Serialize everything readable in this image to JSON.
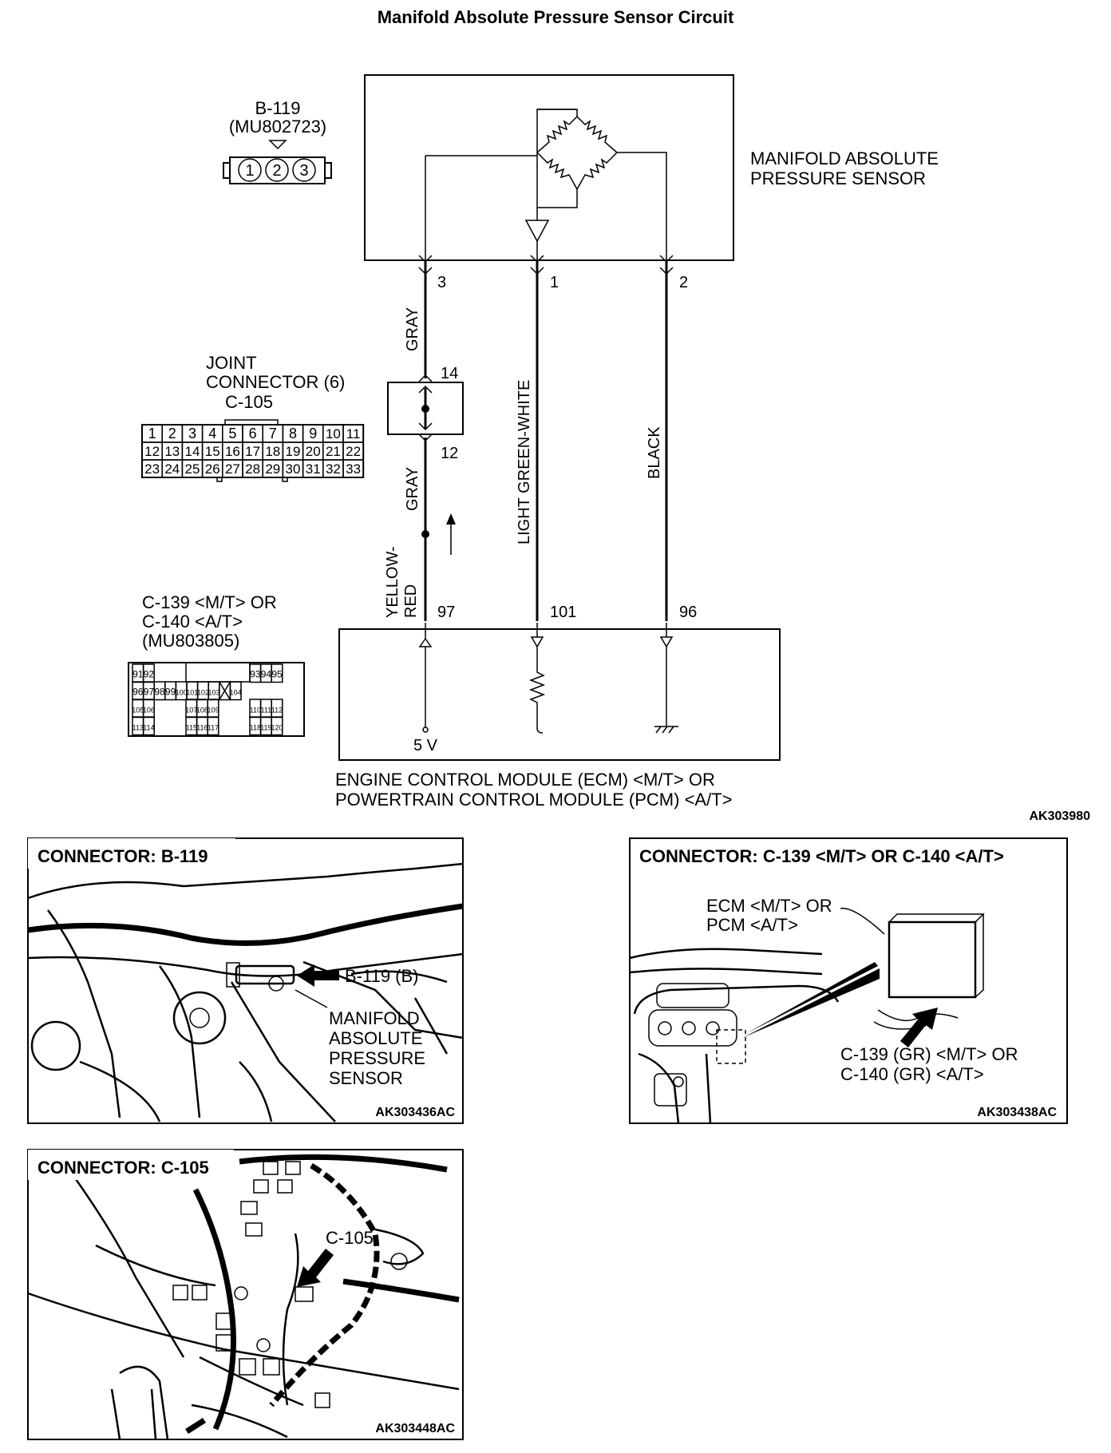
{
  "title": "Manifold Absolute Pressure Sensor Circuit",
  "figure_code": "AK303980",
  "sensor": {
    "label_line1": "MANIFOLD ABSOLUTE",
    "label_line2": "PRESSURE SENSOR",
    "connector_id": "B-119",
    "part_number": "(MU802723)",
    "pins": [
      "1",
      "2",
      "3"
    ]
  },
  "joint_connector": {
    "label_line1": "JOINT",
    "label_line2": "CONNECTOR (6)",
    "id": "C-105",
    "rows": [
      [
        "1",
        "2",
        "3",
        "4",
        "5",
        "6",
        "7",
        "8",
        "9",
        "10",
        "11"
      ],
      [
        "12",
        "13",
        "14",
        "15",
        "16",
        "17",
        "18",
        "19",
        "20",
        "21",
        "22"
      ],
      [
        "23",
        "24",
        "25",
        "26",
        "27",
        "28",
        "29",
        "30",
        "31",
        "32",
        "33"
      ]
    ],
    "pin_top": "14",
    "pin_bottom": "12"
  },
  "ecm_connector": {
    "line1": "C-139 <M/T> OR",
    "line2": "C-140 <A/T>",
    "part_number": "(MU803805)",
    "row1": [
      "91",
      "92",
      "93",
      "94",
      "95"
    ],
    "row2": [
      "96",
      "97",
      "98",
      "99",
      "100",
      "101",
      "102",
      "103",
      "",
      "104"
    ],
    "row3": [
      "105",
      "106",
      "107",
      "108",
      "109",
      "110",
      "111",
      "112"
    ],
    "row4": [
      "113",
      "114",
      "115",
      "116",
      "117",
      "118",
      "119",
      "120"
    ]
  },
  "wires": [
    {
      "sensor_pin": "3",
      "color_upper": "GRAY",
      "color_lower": "GRAY",
      "color_end_line1": "YELLOW-",
      "color_end_line2": "RED",
      "ecm_pin": "97"
    },
    {
      "sensor_pin": "1",
      "color": "LIGHT GREEN-WHITE",
      "ecm_pin": "101"
    },
    {
      "sensor_pin": "2",
      "color": "BLACK",
      "ecm_pin": "96"
    }
  ],
  "ecm": {
    "supply": "5 V",
    "label_line1": "ENGINE CONTROL MODULE (ECM) <M/T> OR",
    "label_line2": "POWERTRAIN CONTROL MODULE (PCM) <A/T>"
  },
  "panels": [
    {
      "title": "CONNECTOR: B-119",
      "callout": "B-119 (B)",
      "label_lines": [
        "MANIFOLD",
        "ABSOLUTE",
        "PRESSURE",
        "SENSOR"
      ],
      "code": "AK303436AC"
    },
    {
      "title": "CONNECTOR: C-139 <M/T> OR C-140 <A/T>",
      "module_line1": "ECM <M/T> OR",
      "module_line2": "PCM <A/T>",
      "conn_line1": "C-139 (GR) <M/T> OR",
      "conn_line2": "C-140 (GR) <A/T>",
      "code": "AK303438AC"
    },
    {
      "title": "CONNECTOR: C-105",
      "callout": "C-105",
      "code": "AK303448AC"
    }
  ]
}
